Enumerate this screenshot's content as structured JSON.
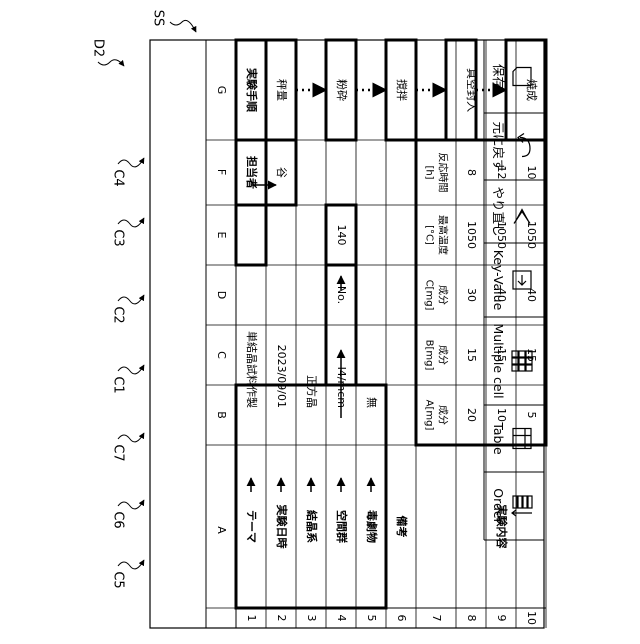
{
  "refs": {
    "D2": "D2",
    "SS": "SS",
    "C5": "C5",
    "C6": "C6",
    "C7": "C7",
    "C1": "C1",
    "C2": "C2",
    "C3": "C3",
    "C4": "C4"
  },
  "toolbar": [
    {
      "ref": "C5",
      "label": "保存",
      "icon": "square-page-icon"
    },
    {
      "ref": "C6",
      "label": "元に戻す",
      "icon": "undo-icon"
    },
    {
      "ref": "C7",
      "label": "やり直し",
      "icon": "redo-icon"
    },
    {
      "ref": "C1",
      "label": "Key-Value",
      "icon": "key-value-icon"
    },
    {
      "ref": "C2",
      "label": "Multiple cell",
      "icon": "multiple-cell-icon"
    },
    {
      "ref": "C3",
      "label": "Table",
      "icon": "table-icon"
    },
    {
      "ref": "C4",
      "label": "Order",
      "icon": "order-icon"
    }
  ],
  "columns": [
    "A",
    "B",
    "C",
    "D",
    "E",
    "F",
    "G"
  ],
  "rows": [
    "1",
    "2",
    "3",
    "4",
    "5",
    "6",
    "7",
    "8",
    "9",
    "10"
  ],
  "cells": {
    "A1": "テーマ",
    "B1": "単結晶試料作製",
    "A2": "実験日時",
    "B2": "2023/09/01",
    "A3": "結晶系",
    "B3": "正方晶",
    "A4": "空間群",
    "B4": "I4/mcm",
    "A5": "毒劇物",
    "B5": "無",
    "A6": "備考",
    "A9": "実験内容",
    "D4": "No.",
    "E4": "140",
    "F1": "担当者",
    "F2": "谷",
    "B7": "成分\nA[mg]",
    "C7": "成分\nB[mg]",
    "D7": "成分\nC[mg]",
    "E7": "最高温度\n[°C]",
    "F7": "反応時間\n[h]",
    "B8": "20",
    "C8": "15",
    "D8": "30",
    "E8": "1050",
    "F8": "8",
    "B9": "10",
    "C9": "15",
    "D9": "40",
    "E9": "1050",
    "F9": "12",
    "B10": "5",
    "C10": "15",
    "D10": "40",
    "E10": "1050",
    "F10": "10",
    "G1": "実験手順",
    "G2": "秤量",
    "G4": "粉砕",
    "G6": "撹拌",
    "G8": "真空封入",
    "G10": "焼成"
  }
}
